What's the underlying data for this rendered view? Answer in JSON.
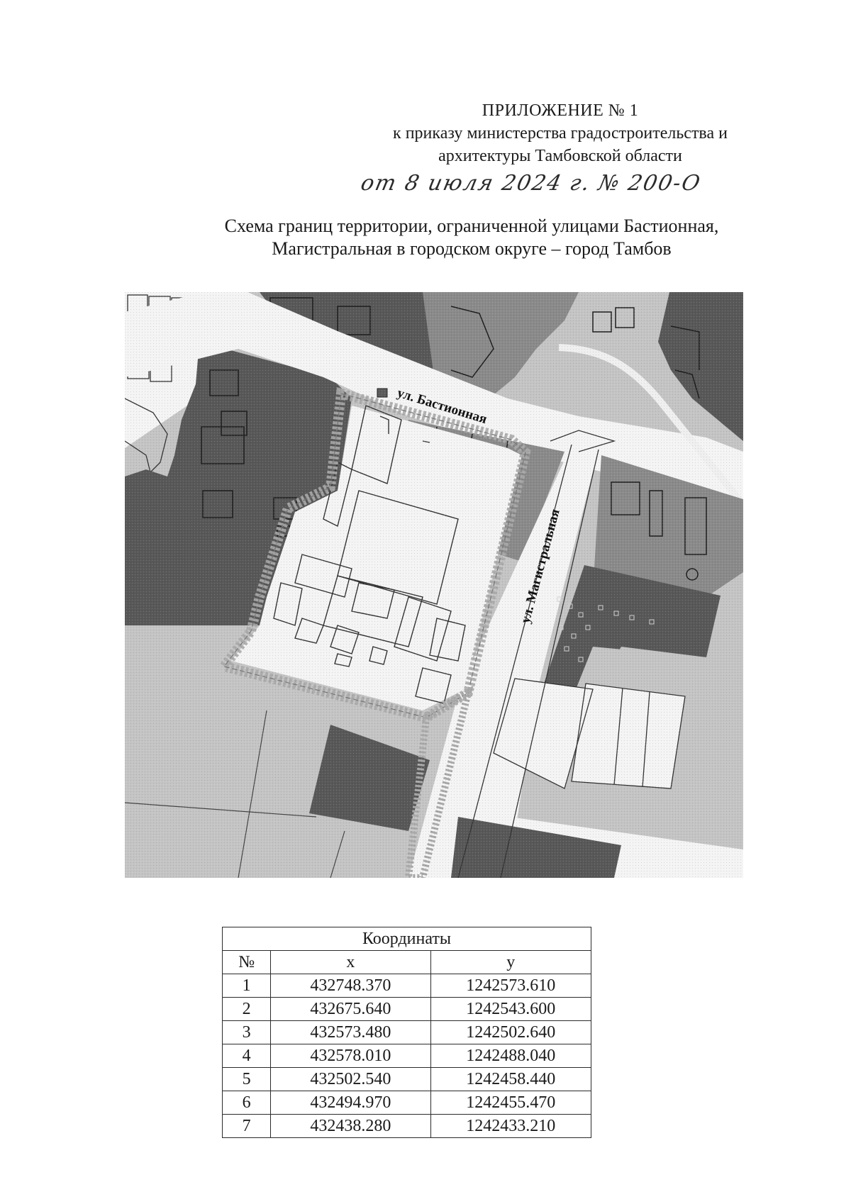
{
  "appendix": {
    "title": "ПРИЛОЖЕНИЕ № 1",
    "line1": "к приказу министерства градостроительства и",
    "line2": "архитектуры Тамбовской области",
    "handwritten": "от 8 июля 2024 г. № 200-О"
  },
  "scheme": {
    "title_line1": "Схема границ территории, ограниченной улицами Бастионная,",
    "title_line2": "Магистральная в городском округе – город Тамбов"
  },
  "map": {
    "street_bastionnaya": "ул. Бастионная",
    "street_magistralnaya": "ул. Магистральная",
    "colors": {
      "dark_zone": "#585858",
      "medium_zone": "#8a8a8a",
      "light_zone": "#c4c4c4",
      "road": "#f4f4f4",
      "boundary": "#a8a8a8"
    }
  },
  "coordinates_table": {
    "caption": "Координаты",
    "headers": [
      "№",
      "x",
      "y"
    ],
    "rows": [
      [
        "1",
        "432748.370",
        "1242573.610"
      ],
      [
        "2",
        "432675.640",
        "1242543.600"
      ],
      [
        "3",
        "432573.480",
        "1242502.640"
      ],
      [
        "4",
        "432578.010",
        "1242488.040"
      ],
      [
        "5",
        "432502.540",
        "1242458.440"
      ],
      [
        "6",
        "432494.970",
        "1242455.470"
      ],
      [
        "7",
        "432438.280",
        "1242433.210"
      ]
    ]
  }
}
